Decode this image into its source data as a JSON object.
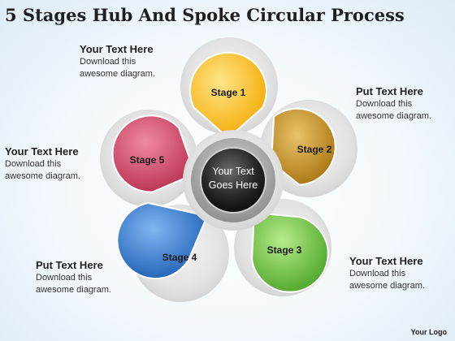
{
  "title": "5 Stages Hub And Spoke Circular Process",
  "hub": {
    "line1": "Your Text",
    "line2": "Goes Here"
  },
  "stages": [
    {
      "label": "Stage 1",
      "color": "#f7b51c"
    },
    {
      "label": "Stage 2",
      "color": "#c08a1e"
    },
    {
      "label": "Stage 3",
      "color": "#6cc23d"
    },
    {
      "label": "Stage 4",
      "color": "#3275c6"
    },
    {
      "label": "Stage 5",
      "color": "#d34b6a"
    }
  ],
  "callouts": [
    {
      "heading": "Your Text Here",
      "line1": "Download this",
      "line2": "awesome diagram."
    },
    {
      "heading": "Put Text Here",
      "line1": "Download this",
      "line2": "awesome diagram."
    },
    {
      "heading": "Your Text Here",
      "line1": "Download this",
      "line2": "awesome diagram."
    },
    {
      "heading": "Put Text Here",
      "line1": "Download this",
      "line2": "awesome diagram."
    },
    {
      "heading": "Your Text Here",
      "line1": "Download this",
      "line2": "awesome diagram."
    }
  ],
  "logo": "Your Logo"
}
